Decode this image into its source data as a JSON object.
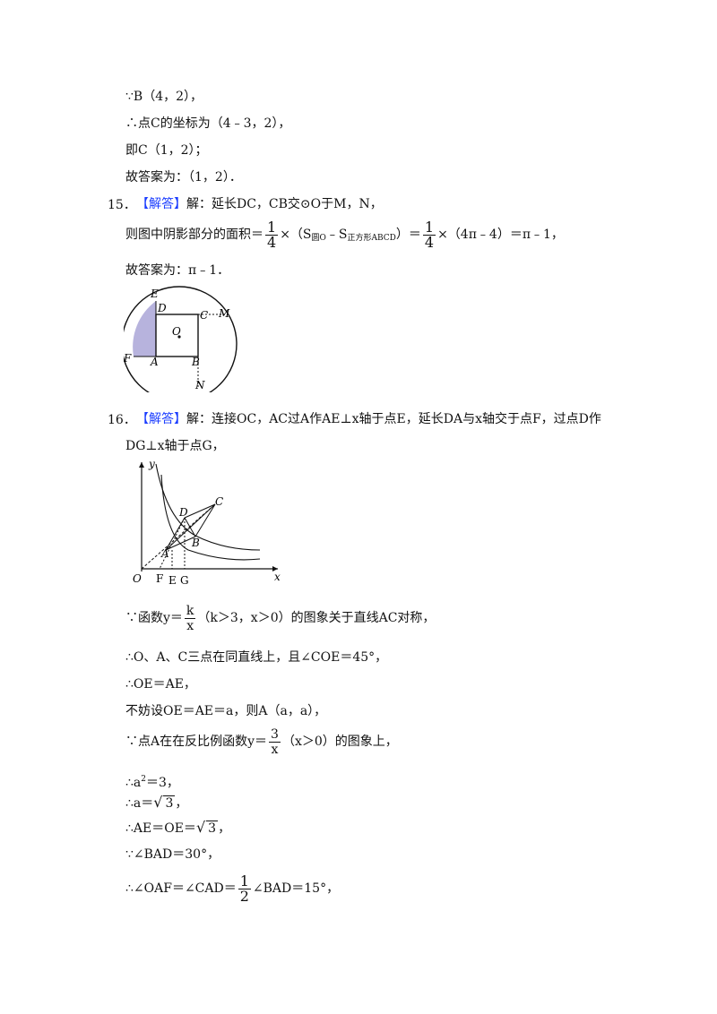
{
  "lines": {
    "l1": "∵B（4，2），",
    "l2": "∴点C的坐标为（4﹣3，2），",
    "l3": "即C（1，2）；",
    "l4": "故答案为：（1，2）．"
  },
  "q15": {
    "number": "15．",
    "tag": "【解答】",
    "intro": "解：延长DC，CB交⊙O于M，N，",
    "area_prefix": "则图中阴影部分的面积＝",
    "frac_n": "1",
    "frac_d": "4",
    "times": "×（S",
    "sub1": "圆O",
    "minus": "﹣S",
    "sub2": "正方形ABCD",
    "close": "）＝",
    "frac2_n": "1",
    "frac2_d": "4",
    "tail": "×（4π﹣4）＝π﹣1，",
    "answer": "故答案为：π﹣1．",
    "fig": {
      "E": "E",
      "D": "D",
      "C": "C",
      "M": "M",
      "O": "O",
      "F": "F",
      "A": "A",
      "B": "B",
      "N": "N"
    }
  },
  "q16": {
    "number": "16．",
    "tag": "【解答】",
    "intro": "解：连接OC，AC过A作AE⊥x轴于点E，延长DA与x轴交于点F，过点D作",
    "intro2": "DG⊥x轴于点G，",
    "fig": {
      "y": "y",
      "x": "x",
      "O": "O",
      "C": "C",
      "D": "D",
      "B": "B",
      "A": "A",
      "F": "F",
      "E": "E",
      "G": "G"
    },
    "s1_pre": "∵函数y＝",
    "s1_n": "k",
    "s1_d": "x",
    "s1_post": "（k＞3，x＞0）的图象关于直线AC对称，",
    "s2": "∴O、A、C三点在同直线上，且∠COE＝45°，",
    "s3": "∴OE＝AE，",
    "s4": "不妨设OE＝AE＝a，则A（a，a），",
    "s5_pre": "∵点A在在反比例函数y＝",
    "s5_n": "3",
    "s5_d": "x",
    "s5_post": "（x＞0）的图象上，",
    "s6_pre": "∴a",
    "s6_sup": "2",
    "s6_post": "＝3，",
    "s7_pre": "∴a＝",
    "s7_rad": "3",
    "s7_post": "，",
    "s8_pre": "∴AE＝OE＝",
    "s8_rad": "3",
    "s8_post": "，",
    "s9": "∵∠BAD＝30°，",
    "s10_pre": "∴∠OAF＝∠CAD＝",
    "s10_n": "1",
    "s10_d": "2",
    "s10_post": "∠BAD＝15°，"
  }
}
